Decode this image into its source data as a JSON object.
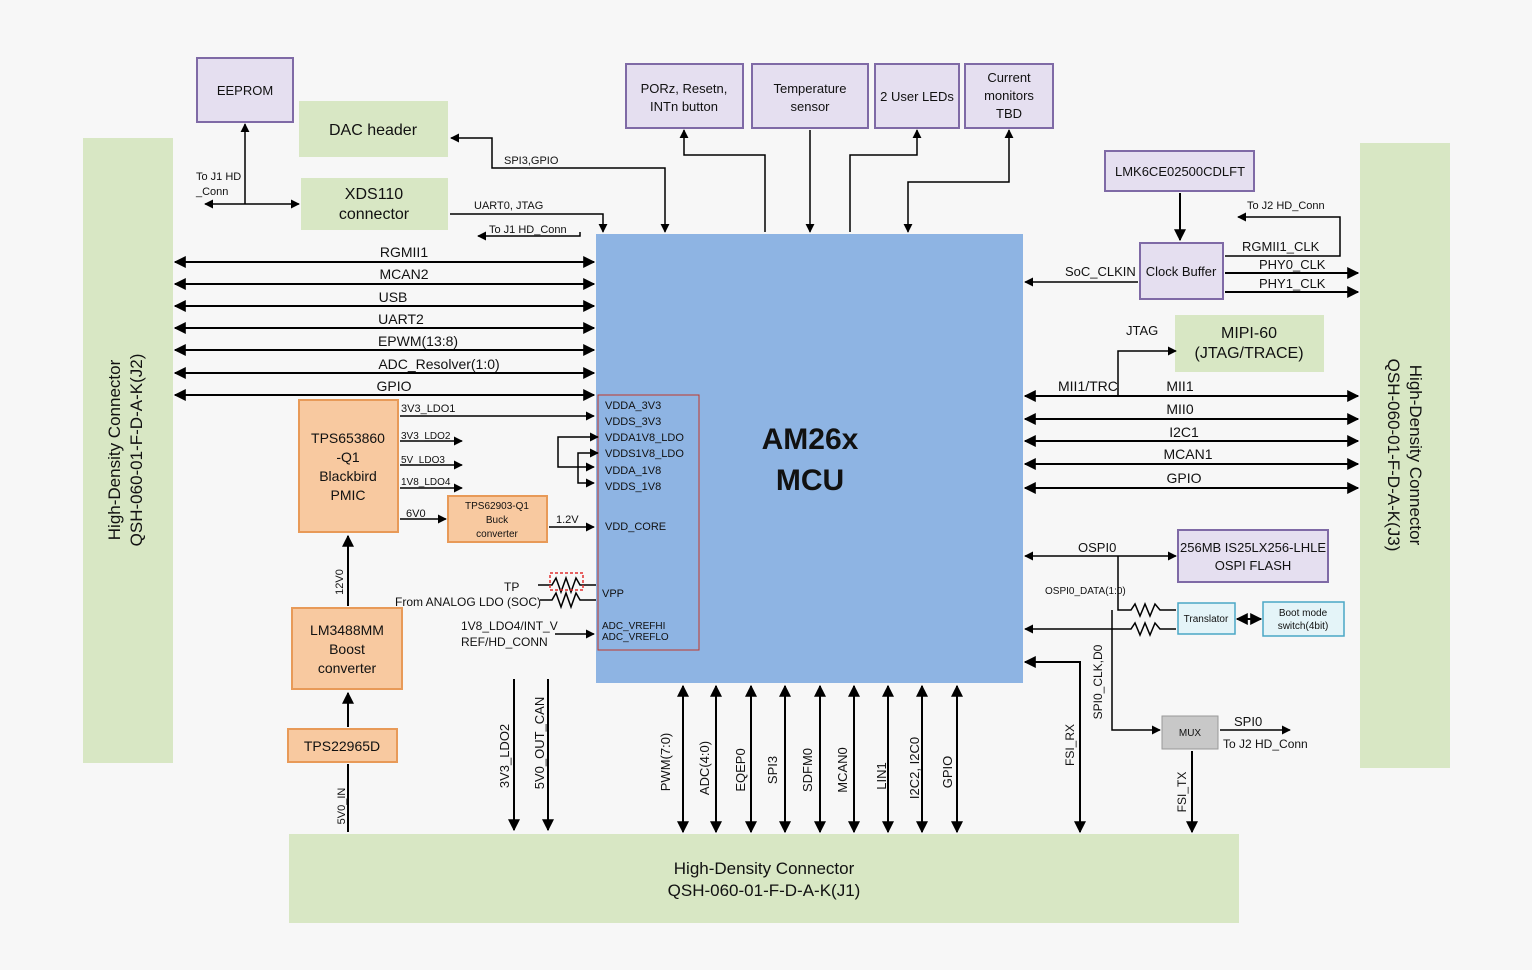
{
  "mcu": {
    "line1": "AM26x",
    "line2": "MCU"
  },
  "connectors": {
    "left": {
      "line1": "High-Density Connector",
      "line2": "QSH-060-01-F-D-A-K(J2)"
    },
    "right": {
      "line1": "High-Density Connector",
      "line2": "QSH-060-01-F-D-A-K(J3)"
    },
    "bottom": {
      "line1": "High-Density Connector",
      "line2": "QSH-060-01-F-D-A-K(J1)"
    }
  },
  "blocks": {
    "eeprom": "EEPROM",
    "dac_header": "DAC header",
    "xds110": [
      "XDS110",
      "connector"
    ],
    "porz": [
      "PORz, Resetn,",
      "INTn button"
    ],
    "temp": [
      "Temperature",
      "sensor"
    ],
    "leds": "2 User LEDs",
    "current": [
      "Current",
      "monitors",
      "TBD"
    ],
    "lmk": "LMK6CE02500CDLFT",
    "clock_buffer": "Clock Buffer",
    "mipi": [
      "MIPI-60",
      "(JTAG/TRACE)"
    ],
    "flash": [
      "256MB IS25LX256-LHLE",
      "OSPI FLASH"
    ],
    "translator": "Translator",
    "bootmode": [
      "Boot mode",
      "switch(4bit)"
    ],
    "mux": "MUX",
    "pmic": [
      "TPS653860",
      "-Q1",
      "Blackbird",
      "PMIC"
    ],
    "buck": [
      "TPS62903-Q1",
      "Buck",
      "converter"
    ],
    "boost": [
      "LM3488MM",
      "Boost",
      "converter"
    ],
    "tps22965": "TPS22965D"
  },
  "signals": {
    "to_j1_hd_conn_left": [
      "To J1 HD",
      "_Conn"
    ],
    "spi3_gpio": "SPI3,GPIO",
    "uart0_jtag": "UART0, JTAG",
    "to_j1_hd_conn": "To J1 HD_Conn",
    "left_bus": [
      "RGMII1",
      "MCAN2",
      "USB",
      "UART2",
      "EPWM(13:8)",
      "ADC_Resolver(1:0)",
      "GPIO"
    ],
    "pmic_out": [
      "3V3_LDO1",
      "3V3_LDO2",
      "5V_LDO3",
      "1V8_LDO4",
      "6V0"
    ],
    "v1v2": "1.2V",
    "tp": "TP",
    "from_analog": "From ANALOG LDO (SOC)",
    "vref_src": [
      "1V8_LDO4/INT_V",
      "REF/HD_CONN"
    ],
    "v12v0": "12V0",
    "v5v0_in": "5V0_IN",
    "pins": [
      "VDDA_3V3",
      "VDDS_3V3",
      "VDDA1V8_LDO",
      "VDDS1V8_LDO",
      "VDDA_1V8",
      "VDDS_1V8",
      "VDD_CORE",
      "VPP",
      "ADC_VREFHI",
      "ADC_VREFLO"
    ],
    "to_j2_hd_conn": "To J2 HD_Conn",
    "rgmii1_clk": "RGMII1_CLK",
    "phy0_clk": "PHY0_CLK",
    "phy1_clk": "PHY1_CLK",
    "soc_clkin": "SoC_CLKIN",
    "jtag": "JTAG",
    "mii1_trc": "MII1/TRC",
    "right_bus": [
      "MII1",
      "MII0",
      "I2C1",
      "MCAN1",
      "GPIO"
    ],
    "ospi0": "OSPI0",
    "ospi0_data": "OSPI0_DATA(1:0)",
    "spi0_clk_d0": "SPI0_CLK,D0",
    "spi0": "SPI0",
    "to_j2_hd_conn_2": "To J2 HD_Conn",
    "fsi_rx": "FSI_RX",
    "fsi_tx": "FSI_TX",
    "bottom_left": [
      "3V3_LDO2",
      "5V0_OUT_CAN"
    ],
    "bottom_bus": [
      "PWM(7:0)",
      "ADC(4:0)",
      "EQEP0",
      "SPI3",
      "SDFM0",
      "MCAN0",
      "LIN1",
      "I2C2, I2C0",
      "GPIO"
    ]
  },
  "colors": {
    "mcu": "#8eb4e3",
    "connector": "#d8e7c4",
    "purple_block": "#e5dff0",
    "orange_block": "#f8c9a0"
  }
}
